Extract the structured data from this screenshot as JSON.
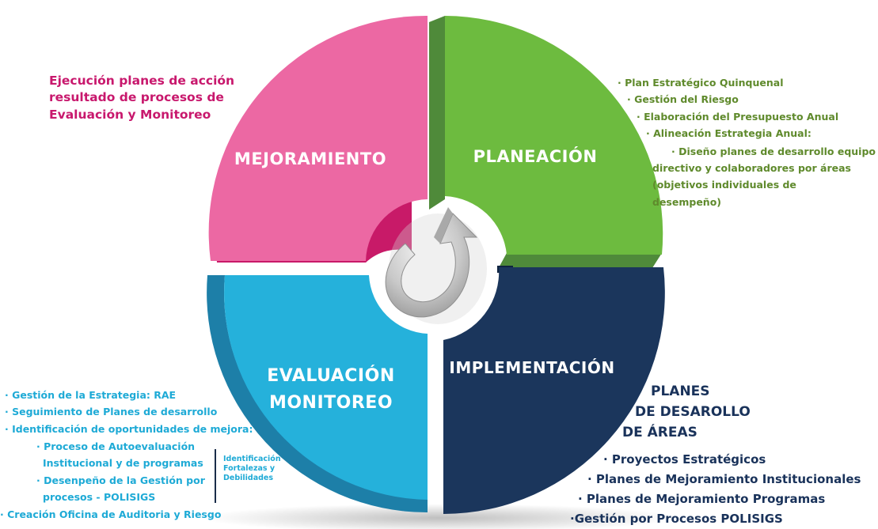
{
  "quadrants": {
    "top_left": "MEJORAMIENTO",
    "top_right": "PLANEACIÓN",
    "bottom_left_line1": "EVALUACIÓN",
    "bottom_left_line2": "MONITOREO",
    "bottom_right": "IMPLEMENTACIÓN"
  },
  "mejoramiento_text": {
    "line1": "Ejecución planes de acción",
    "line2": "resultado de procesos de",
    "line3": "Evaluación y Monitoreo"
  },
  "planeacion_items": [
    "· Plan Estratégico Quinquenal",
    "· Gestión del Riesgo",
    "· Elaboración del Presupuesto Anual",
    "· Alineación Estrategia Anual:",
    "· Diseño planes de desarrollo equipo",
    "directivo y colaboradores por áreas",
    "(objetivos individuales de",
    "desempeño)"
  ],
  "evaluacion_items": [
    "· Gestión de la Estrategia: RAE",
    "· Seguimiento de Planes de desarrollo",
    "· Identificación de oportunidades de mejora:",
    "· Proceso de Autoevaluación",
    "Institucional y de programas",
    "· Desenpeño de la Gestión por",
    "procesos - POLISIGS",
    "· Creación Oficina de Auditoria y Riesgo"
  ],
  "evaluacion_side_note": {
    "line1": "Identificación",
    "line2": "Fortalezas y",
    "line3": "Debilidades"
  },
  "implementacion_heading": {
    "line1": "PLANES",
    "line2": "DE DESAROLLO",
    "line3": "DE ÁREAS"
  },
  "implementacion_items": [
    "· Proyectos Estratégicos",
    "· Planes de Mejoramiento Institucionales",
    "· Planes de Mejoramiento Programas",
    "·Gestión por Procesos POLISIGS"
  ],
  "colors": {
    "mejoramiento": "#ec68a3",
    "planeacion": "#6dbb3f",
    "evaluacion": "#25b1db",
    "implementacion": "#1b365c",
    "mejoramiento_text": "#c8186d",
    "planeacion_text": "#5f8a2c",
    "evaluacion_text": "#1eaad6",
    "implementacion_text": "#19325a"
  }
}
